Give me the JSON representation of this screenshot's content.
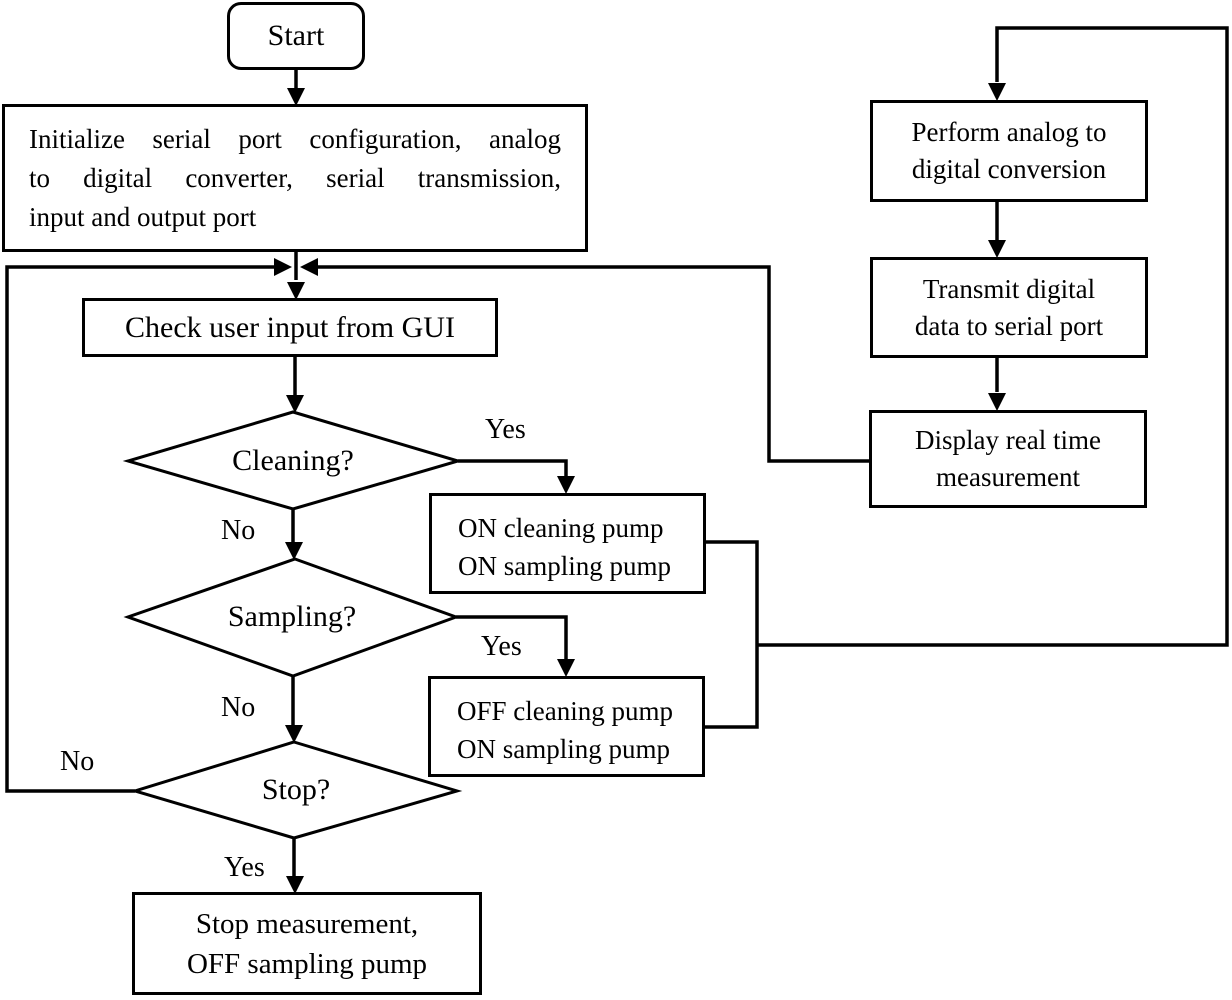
{
  "diagram": {
    "nodes": {
      "start": {
        "label": "Start"
      },
      "init": {
        "lines": [
          "Initialize serial port configuration, analog",
          "to digital converter, serial transmission,",
          "input and output port"
        ]
      },
      "check": {
        "label": "Check user input from GUI"
      },
      "cleaning": {
        "label": "Cleaning?"
      },
      "sampling": {
        "label": "Sampling?"
      },
      "stop": {
        "label": "Stop?"
      },
      "on_pump": {
        "lines": [
          "ON cleaning pump",
          "ON sampling pump"
        ]
      },
      "off_pump": {
        "lines": [
          "OFF cleaning pump",
          "ON sampling pump"
        ]
      },
      "stop_meas": {
        "lines": [
          "Stop measurement,",
          "OFF sampling pump"
        ]
      },
      "adc": {
        "lines": [
          "Perform analog to",
          "digital conversion"
        ]
      },
      "transmit": {
        "lines": [
          "Transmit digital",
          "data to serial port"
        ]
      },
      "display": {
        "lines": [
          "Display real time",
          "measurement"
        ]
      }
    },
    "edge_labels": {
      "cleaning_yes": "Yes",
      "cleaning_no": "No",
      "sampling_yes": "Yes",
      "sampling_no": "No",
      "stop_no": "No",
      "stop_yes": "Yes"
    },
    "colors": {
      "line": "#000000",
      "background": "#ffffff",
      "text": "#000000"
    }
  }
}
